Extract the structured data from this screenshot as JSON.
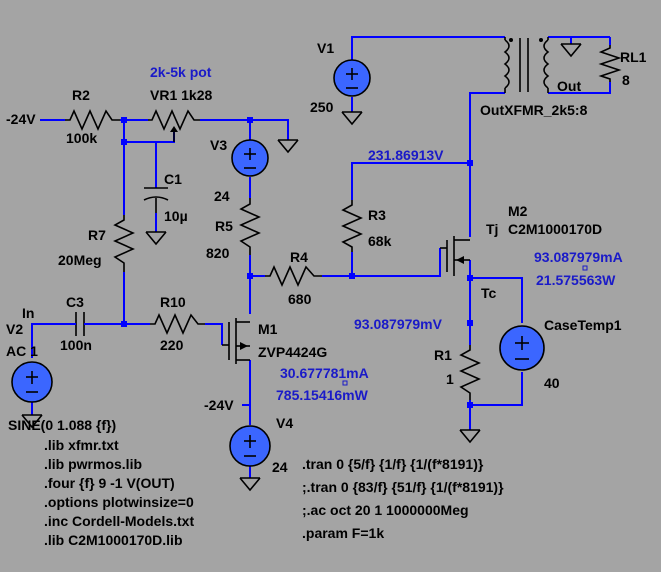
{
  "colors": {
    "background": "#a4a4a4",
    "wire": "#0000ff",
    "component": "#000000",
    "annotation": "#1a1ac8",
    "source": "#3b66ff"
  },
  "labels": {
    "v1_name": "V1",
    "v1_value": "250",
    "xfmr_name": "OutXFMR_2k5:8",
    "rl1_name": "RL1",
    "rl1_value": "8",
    "out_net": "Out",
    "pot_note": "2k-5k pot",
    "vr1": "VR1 1k28",
    "r2_name": "R2",
    "r2_value": "100k",
    "neg24_top": "-24V",
    "v3_name": "V3",
    "v3_value": "24",
    "c1_name": "C1",
    "c1_value": "10µ",
    "r5_name": "R5",
    "r5_value": "820",
    "r7_name": "R7",
    "r7_value": "20Meg",
    "r3_name": "R3",
    "r3_value": "68k",
    "node_voltage": "231.86913V",
    "m2_name": "M2",
    "m2_tj": "Tj",
    "m2_model": "C2M1000170D",
    "m2_current": "93.087979mA",
    "m2_power": "21.575563W",
    "r4_name": "R4",
    "r4_value": "680",
    "tc_label": "Tc",
    "in_net": "In",
    "v2_name": "V2",
    "v2_ac": "AC 1",
    "c3_name": "C3",
    "c3_value": "100n",
    "r10_name": "R10",
    "r10_value": "220",
    "m1_name": "M1",
    "m1_model": "ZVP4424G",
    "m1_current": "30.677781mA",
    "m1_power": "785.15416mW",
    "source_voltage": "93.087979mV",
    "casetemp_name": "CaseTemp1",
    "casetemp_value": "40",
    "r1_name": "R1",
    "r1_value": "1",
    "neg24_bottom": "-24V",
    "v4_name": "V4",
    "v4_value": "24",
    "sine": "SINE(0 1.088 {f})"
  },
  "directives_left": [
    ".lib xfmr.txt",
    ".lib pwrmos.lib",
    ".four {f} 9 -1 V(OUT)",
    ".options plotwinsize=0",
    ".inc Cordell-Models.txt",
    ".lib C2M1000170D.lib"
  ],
  "directives_right": [
    ".tran 0 {5/f} {1/f} {1/(f*8191)}",
    ";.tran 0 {83/f} {51/f} {1/(f*8191)}",
    ";.ac oct 20 1 1000000Meg",
    ".param F=1k"
  ]
}
